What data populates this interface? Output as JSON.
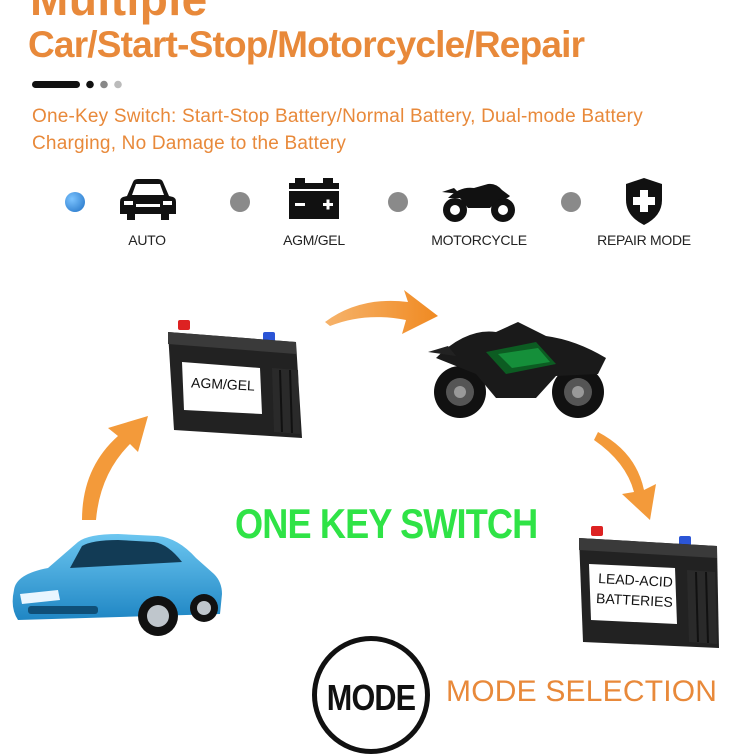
{
  "header": {
    "title_top": "Multiple",
    "title_main": "Car/Start-Stop/Motorcycle/Repair",
    "subtitle": "One-Key Switch: Start-Stop Battery/Normal Battery, Dual-mode Battery Charging, No Damage to the Battery"
  },
  "modes": [
    {
      "label": "AUTO",
      "icon": "car-icon",
      "selected": true
    },
    {
      "label": "AGM/GEL",
      "icon": "battery-icon",
      "selected": false
    },
    {
      "label": "MOTORCYCLE",
      "icon": "motorcycle-icon",
      "selected": false
    },
    {
      "label": "REPAIR MODE",
      "icon": "shield-plus-icon",
      "selected": false
    }
  ],
  "diagram": {
    "center_text": "ONE KEY SWITCH",
    "agm_battery_label": "AGM/GEL",
    "lead_acid_label_line1": "LEAD-ACID",
    "lead_acid_label_line2": "BATTERIES"
  },
  "footer": {
    "mode_button": "MODE",
    "mode_selection": "MODE SELECTION"
  },
  "colors": {
    "accent": "#e8893a",
    "green": "#2fe346",
    "selected_dot": "#2a7fd6",
    "unselected_dot": "#8a8a8a",
    "car_blue": "#3aa7dd"
  }
}
